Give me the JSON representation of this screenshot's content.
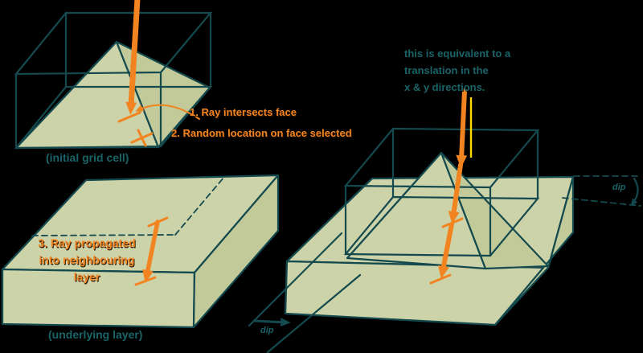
{
  "colors": {
    "teal": "#14494e",
    "tealtext": "#1a6468",
    "orange": "#f18420",
    "yellow": "#ffd900",
    "sage": "#ccd3a8",
    "sage2": "#c2ca9a",
    "bg": "#000000"
  },
  "diagrams": {
    "initial_cell": {
      "caption": "(initial grid cell)",
      "step1": "1. Ray intersects face",
      "step2": "2. Random location on face selected"
    },
    "underlying_layer": {
      "caption": "(underlying layer)",
      "step3": "3. Ray propagated into neighbouring layer"
    },
    "equivalent_translation": {
      "note": "this is equivalent to a\ntranslation in the\nx & y directions.",
      "dip_angle_label": "dip",
      "dip_direction_label": "dip"
    }
  }
}
